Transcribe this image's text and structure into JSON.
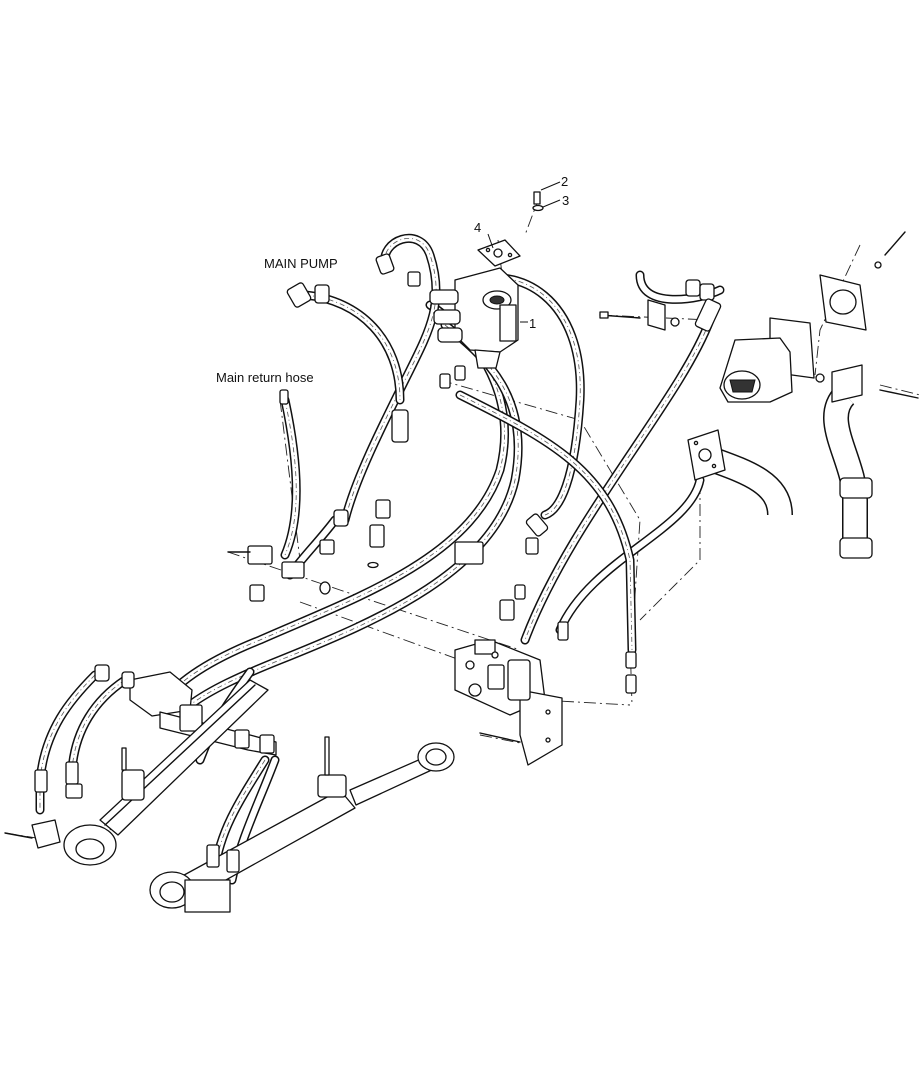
{
  "labels": {
    "main_pump": "MAIN PUMP",
    "main_return_hose": "Main return hose"
  },
  "callouts": [
    "1",
    "2",
    "3",
    "4"
  ]
}
